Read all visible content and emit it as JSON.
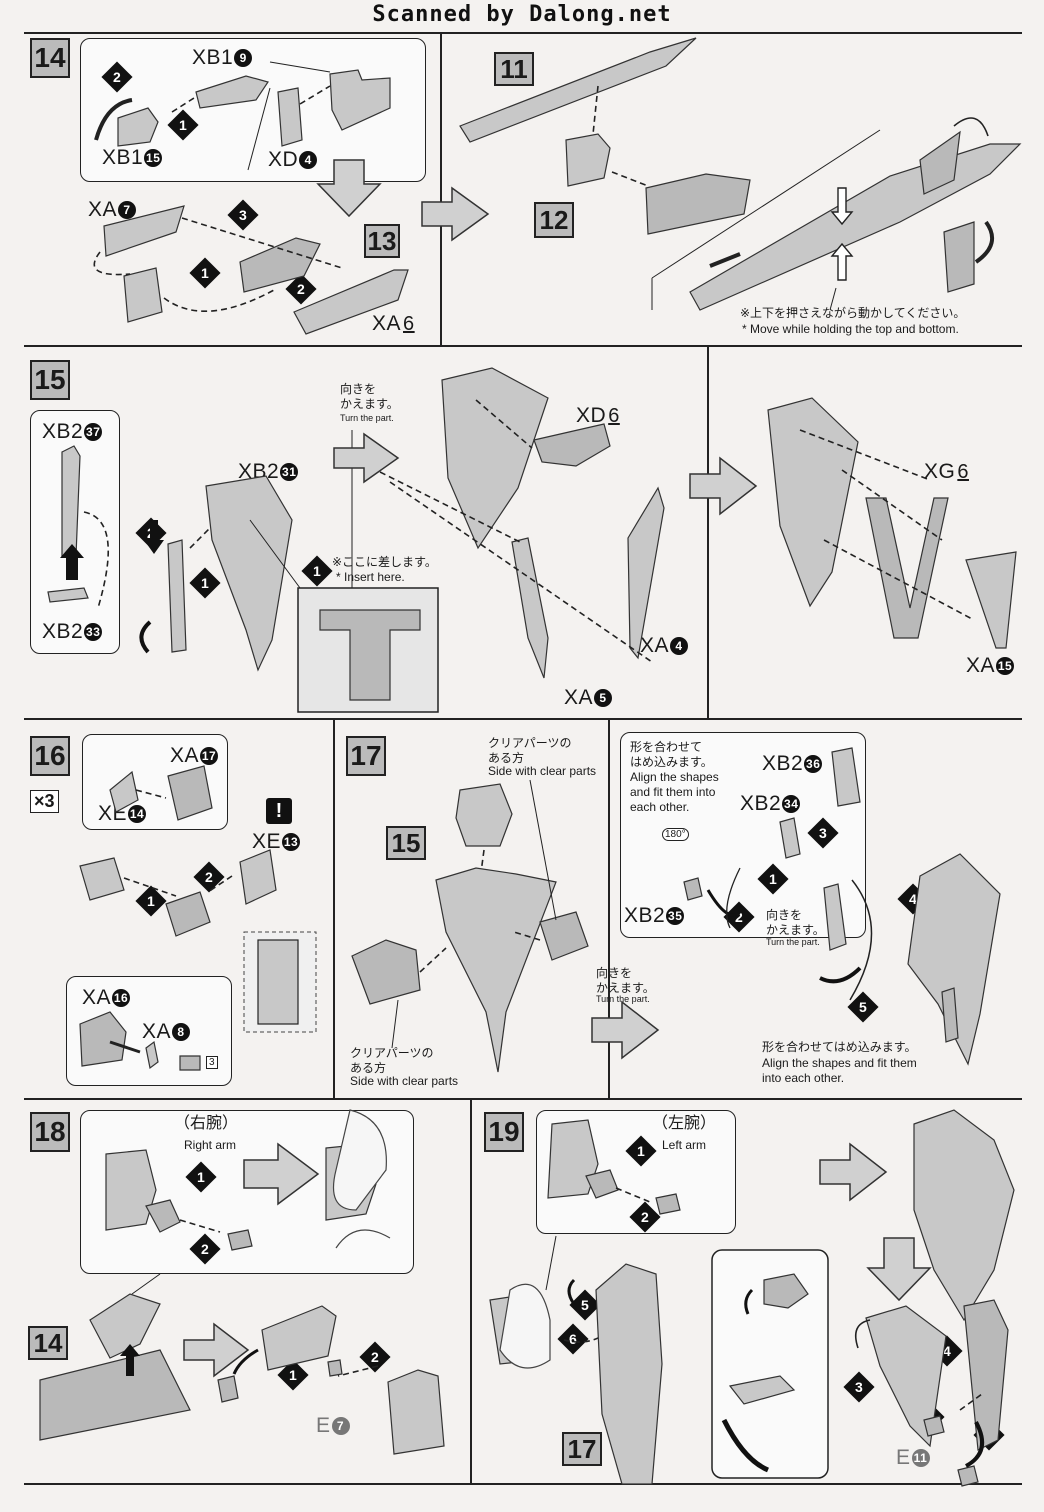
{
  "header": {
    "scan_credit": "Scanned by Dalong.net"
  },
  "steps": {
    "s14": "14",
    "s11": "11",
    "s12": "12",
    "s13": "13",
    "s15": "15",
    "s16": "16",
    "s17": "17",
    "s18": "18",
    "s19": "19",
    "sub15": "15",
    "sub14": "14",
    "sub17": "17"
  },
  "labels": {
    "xb1_9": {
      "name": "XB1",
      "num": "9"
    },
    "xb1_15": {
      "name": "XB1",
      "num": "15"
    },
    "xd_4": {
      "name": "XD",
      "num": "4"
    },
    "xa_7": {
      "name": "XA",
      "num": "7"
    },
    "xa_6_s14": {
      "name": "XA",
      "num": "6"
    },
    "xb2_37": {
      "name": "XB2",
      "num": "37"
    },
    "xb2_31": {
      "name": "XB2",
      "num": "31"
    },
    "xb2_33": {
      "name": "XB2",
      "num": "33"
    },
    "xd_6": {
      "name": "XD",
      "num": "6"
    },
    "xa_4": {
      "name": "XA",
      "num": "4"
    },
    "xa_5": {
      "name": "XA",
      "num": "5"
    },
    "xg_6": {
      "name": "XG",
      "num": "6"
    },
    "xa_15": {
      "name": "XA",
      "num": "15"
    },
    "xa_17": {
      "name": "XA",
      "num": "17"
    },
    "xe_14": {
      "name": "XE",
      "num": "14"
    },
    "xe_13": {
      "name": "XE",
      "num": "13"
    },
    "xa_16": {
      "name": "XA",
      "num": "16"
    },
    "xa_8": {
      "name": "XA",
      "num": "8"
    },
    "xb2_36": {
      "name": "XB2",
      "num": "36"
    },
    "xb2_34": {
      "name": "XB2",
      "num": "34"
    },
    "xb2_35": {
      "name": "XB2",
      "num": "35"
    },
    "e_7": {
      "name": "E",
      "num": "7"
    },
    "e_11": {
      "name": "E",
      "num": "11"
    }
  },
  "notes": {
    "move_jp": "※上下を押さえながら動かしてください。",
    "move_en": "* Move while holding the top and bottom.",
    "turn_jp": "向きを\nかえます。",
    "turn_en": "Turn the part.",
    "insert_jp": "※ここに差します。",
    "insert_en": "* Insert here.",
    "clear_jp": "クリアパーツの\nある方",
    "clear_en": "Side with clear parts",
    "align_jp": "形を合わせて\nはめ込みます。",
    "align_en": "Align the shapes\nand fit them into\neach other.",
    "align2_jp": "形を合わせてはめ込みます。",
    "align2_en": "Align the shapes and fit them\ninto each other.",
    "right_arm_jp": "（右腕）",
    "right_arm_en": "Right arm",
    "left_arm_jp": "（左腕）",
    "left_arm_en": "Left arm",
    "times3": "×3",
    "rotate": "180°",
    "warn": "!",
    "box3": "3"
  }
}
